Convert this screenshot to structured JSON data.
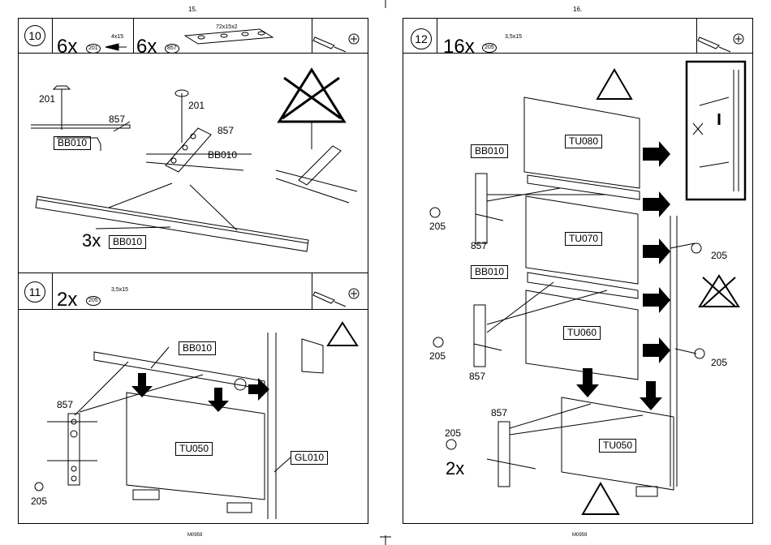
{
  "pages": {
    "left": "15.",
    "right": "16."
  },
  "footer": {
    "left": "M0959",
    "right": "M0959"
  },
  "step10": {
    "num": "10",
    "qty_a": "6x",
    "part_a": "201",
    "size_a": "4x15",
    "qty_b": "6x",
    "part_b": "857",
    "size_b": "72x15x2",
    "lbl_201a": "201",
    "lbl_857a": "857",
    "box_bb_a": "BB010",
    "lbl_201b": "201",
    "lbl_857b": "857",
    "lbl_bb_b": "BB010",
    "mult": "3x",
    "box_bb_c": "BB010"
  },
  "step11": {
    "num": "11",
    "qty": "2x",
    "part": "205",
    "size": "3,5x15",
    "box_bb": "BB010",
    "lbl_857": "857",
    "box_tu": "TU050",
    "box_gl": "GL010",
    "lbl_205": "205"
  },
  "step12": {
    "num": "12",
    "qty": "16x",
    "part": "205",
    "size": "3,5x15",
    "box_bb1": "BB010",
    "box_tu080": "TU080",
    "lbl_205a": "205",
    "lbl_857a": "857",
    "box_tu070": "TU070",
    "lbl_205b": "205",
    "box_bb2": "BB010",
    "box_tu060": "TU060",
    "lbl_205c": "205",
    "lbl_857b": "857",
    "lbl_205d": "205",
    "lbl_857c": "857",
    "lbl_205e": "205",
    "box_tu050": "TU050",
    "mult": "2x"
  },
  "icons": {
    "tool": "screwdriver-icon",
    "warning": "warning-icon",
    "no": "no-entry-icon"
  }
}
